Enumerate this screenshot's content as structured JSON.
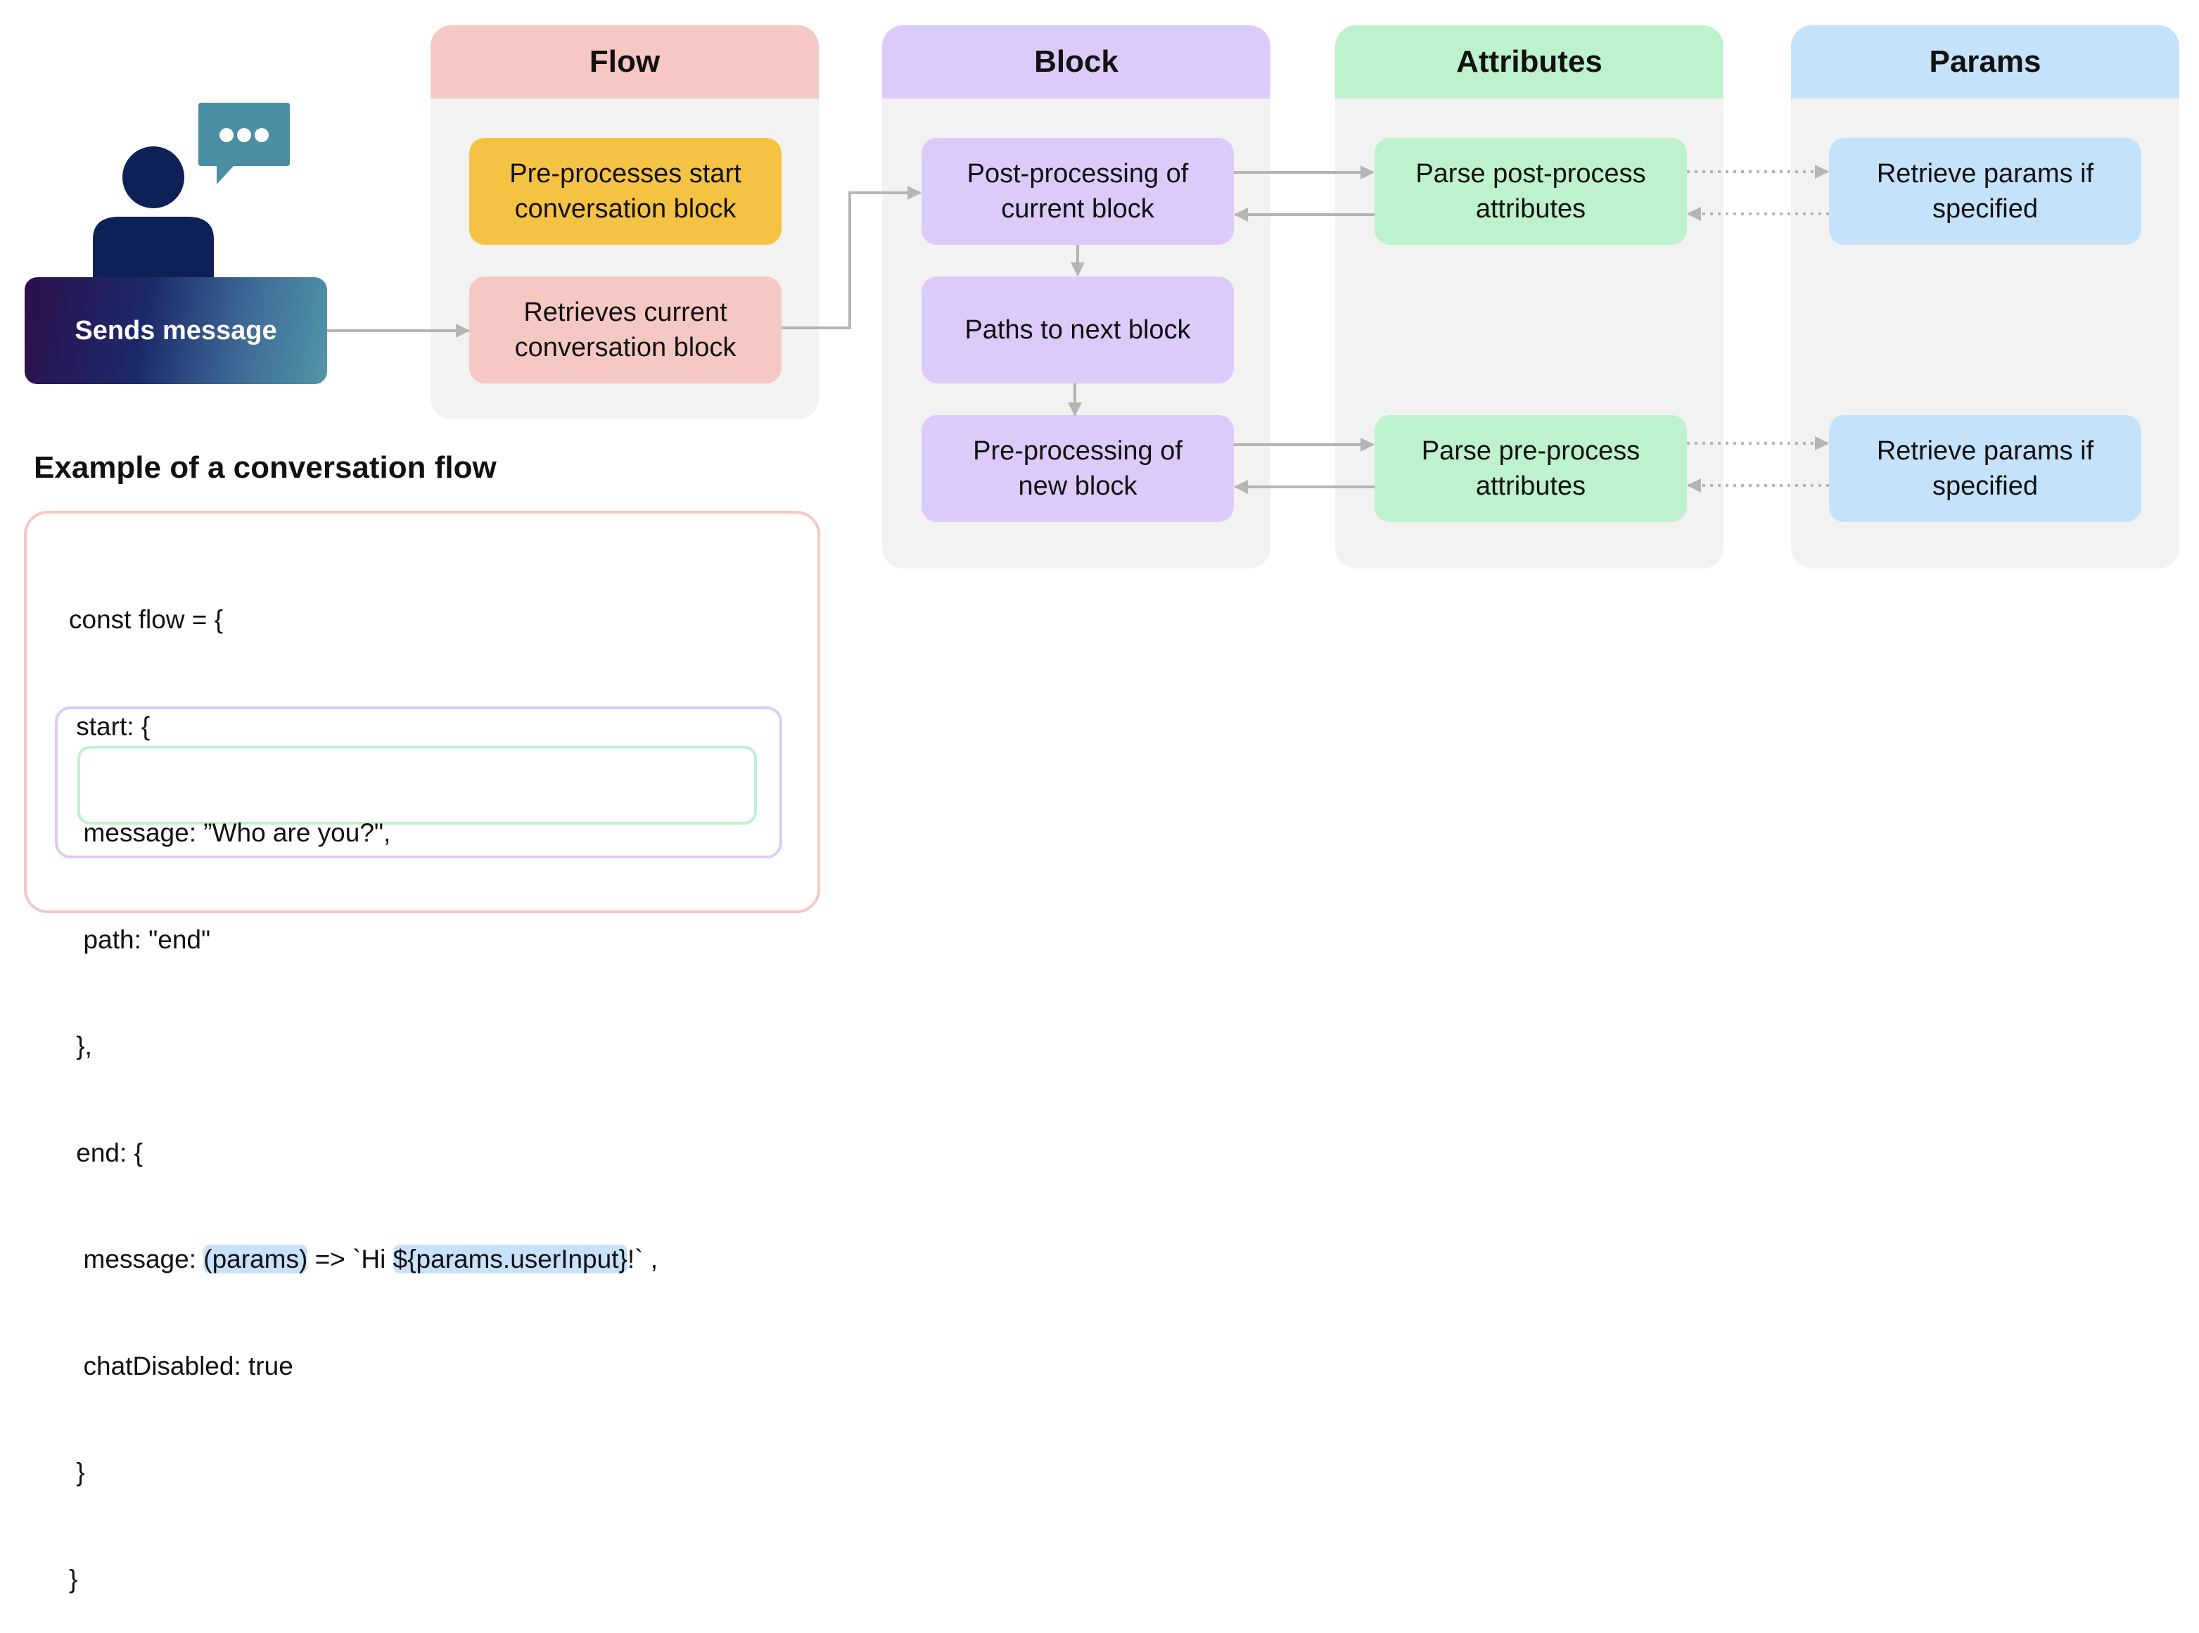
{
  "colors": {
    "flow_header": "#f6c8c3",
    "flow_box": "#f6c8c3",
    "flow_highlight": "#f5c343",
    "block_header": "#dccbfa",
    "block_box": "#dccbfa",
    "attributes_header": "#bdf2cc",
    "attributes_box": "#bdf2cc",
    "params_header": "#c5e2fb",
    "params_box": "#c5e2fb",
    "column_bg": "#f2f2f2",
    "arrow": "#b5b5b5",
    "person": "#0d2157",
    "bubble": "#4a8ea3"
  },
  "user": {
    "icon": "person-icon",
    "bubble_icon": "chat-bubble-icon",
    "sends_label": "Sends message"
  },
  "columns": {
    "flow": {
      "title": "Flow",
      "boxes": [
        "Pre-processes start\nconversation block",
        "Retrieves current\nconversation block"
      ]
    },
    "block": {
      "title": "Block",
      "boxes": [
        "Post-processing of\ncurrent block",
        "Paths to next block",
        "Pre-processing of\nnew block"
      ]
    },
    "attributes": {
      "title": "Attributes",
      "boxes": [
        "Parse post-process\nattributes",
        "Parse pre-process\nattributes"
      ]
    },
    "params": {
      "title": "Params",
      "boxes": [
        "Retrieve params if\nspecified",
        "Retrieve params if\nspecified"
      ]
    }
  },
  "example": {
    "title": "Example of a conversation flow",
    "code": {
      "l1": "const flow = {",
      "l2": " start: {",
      "l3": "  message: ”Who are you?\",",
      "l4": "  path: \"end\"",
      "l5": " },",
      "l6": " end: {",
      "l7_a": "  message: ",
      "l7_b": "(params)",
      "l7_c": " => `Hi ",
      "l7_d": "${params.userInput}",
      "l7_e": "!` ,",
      "l8": "  chatDisabled: true",
      "l9": " }",
      "l10": "}"
    }
  }
}
